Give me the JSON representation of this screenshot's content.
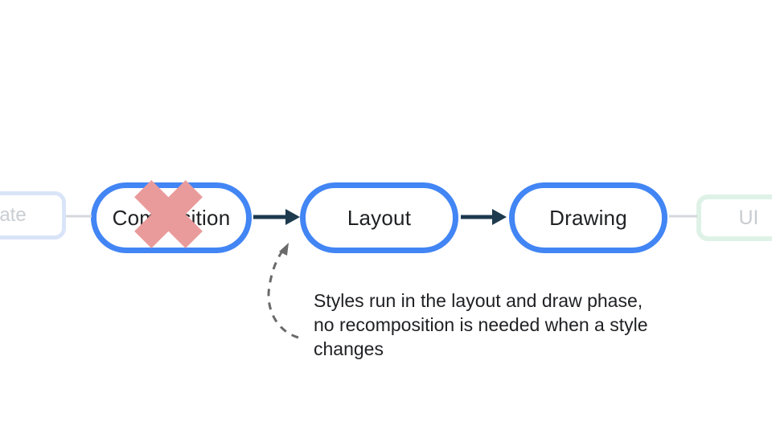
{
  "pipeline": {
    "nodes": [
      {
        "id": "state",
        "label": "ate",
        "style": "faded",
        "crossed_out": false
      },
      {
        "id": "composition",
        "label": "Composition",
        "style": "active",
        "crossed_out": true
      },
      {
        "id": "layout",
        "label": "Layout",
        "style": "active",
        "crossed_out": false
      },
      {
        "id": "drawing",
        "label": "Drawing",
        "style": "active",
        "crossed_out": false
      },
      {
        "id": "ui",
        "label": "UI",
        "style": "faded",
        "crossed_out": false
      }
    ]
  },
  "annotation": {
    "line1": "Styles run in the layout and draw phase,",
    "line2": "no recomposition is needed when a style",
    "line3": "changes"
  },
  "colors": {
    "background": "#FFFFFF",
    "node_border_blue": "#4285F4",
    "node_fill": "#FFFFFF",
    "node_label": "#202124",
    "faded_blue_border": "#D9E4F8",
    "faded_green_border": "#DFF2E7",
    "faded_label": "#C9CED3",
    "connector_gray": "#D4D8DC",
    "arrow_dark": "#1D3A4E",
    "cross_red": "#E99B9B",
    "dashed_gray": "#6A6A6A",
    "annotation_text": "#202124"
  }
}
